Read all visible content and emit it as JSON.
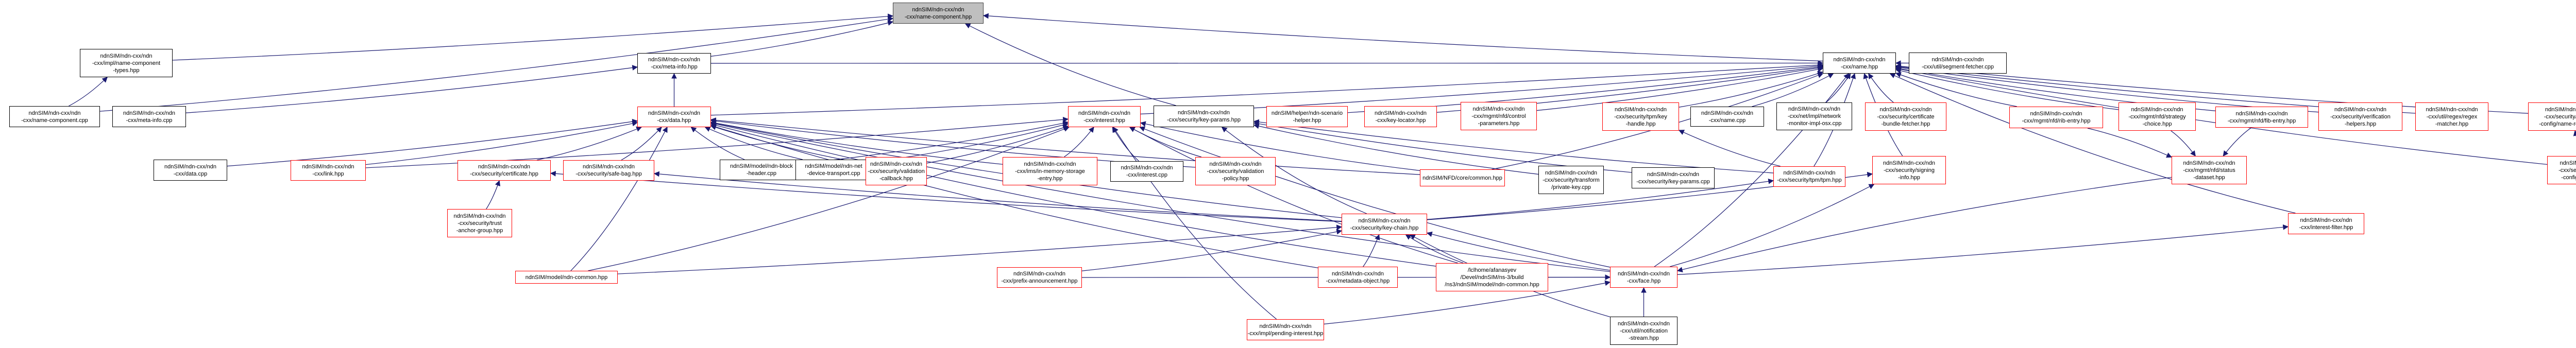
{
  "graph": {
    "title": "Include dependency graph (included by)",
    "edge_color": "#191970",
    "node_border_colors": {
      "documented": "#000000",
      "truncated": "#ff0000",
      "root_fill": "#bfbfbf"
    },
    "nodes": [
      {
        "id": "root",
        "lines": [
          "ndnSIM/ndn-cxx/ndn",
          "-cxx/name-component.hpp"
        ],
        "kind": "root"
      },
      {
        "id": "nct",
        "lines": [
          "ndnSIM/ndn-cxx/ndn",
          "-cxx/impl/name-component",
          "-types.hpp"
        ],
        "kind": "plain"
      },
      {
        "id": "metainfo_hpp",
        "lines": [
          "ndnSIM/ndn-cxx/ndn",
          "-cxx/meta-info.hpp"
        ],
        "kind": "plain"
      },
      {
        "id": "name_hpp",
        "lines": [
          "ndnSIM/ndn-cxx/ndn",
          "-cxx/name.hpp"
        ],
        "kind": "plain"
      },
      {
        "id": "segfetch",
        "lines": [
          "ndnSIM/ndn-cxx/ndn",
          "-cxx/util/segment-fetcher.cpp"
        ],
        "kind": "plain"
      },
      {
        "id": "nc_cpp",
        "lines": [
          "ndnSIM/ndn-cxx/ndn",
          "-cxx/name-component.cpp"
        ],
        "kind": "plain"
      },
      {
        "id": "metainfo_cpp",
        "lines": [
          "ndnSIM/ndn-cxx/ndn",
          "-cxx/meta-info.cpp"
        ],
        "kind": "plain"
      },
      {
        "id": "data_hpp",
        "lines": [
          "ndnSIM/ndn-cxx/ndn",
          "-cxx/data.hpp"
        ],
        "kind": "red"
      },
      {
        "id": "interest_hpp",
        "lines": [
          "ndnSIM/ndn-cxx/ndn",
          "-cxx/interest.hpp"
        ],
        "kind": "red"
      },
      {
        "id": "keyparams_hpp",
        "lines": [
          "ndnSIM/ndn-cxx/ndn",
          "-cxx/security/key-params.hpp"
        ],
        "kind": "plain"
      },
      {
        "id": "scenario",
        "lines": [
          "ndnSIM/helper/ndn-scenario",
          "-helper.hpp"
        ],
        "kind": "red"
      },
      {
        "id": "keylocator",
        "lines": [
          "ndnSIM/ndn-cxx/ndn",
          "-cxx/key-locator.hpp"
        ],
        "kind": "red"
      },
      {
        "id": "controlparams",
        "lines": [
          "ndnSIM/ndn-cxx/ndn",
          "-cxx/mgmt/nfd/control",
          "-parameters.hpp"
        ],
        "kind": "red"
      },
      {
        "id": "keyhandle",
        "lines": [
          "ndnSIM/ndn-cxx/ndn",
          "-cxx/security/tpm/key",
          "-handle.hpp"
        ],
        "kind": "red"
      },
      {
        "id": "name_cpp",
        "lines": [
          "ndnSIM/ndn-cxx/ndn",
          "-cxx/name.cpp"
        ],
        "kind": "plain"
      },
      {
        "id": "netmon",
        "lines": [
          "ndnSIM/ndn-cxx/ndn",
          "-cxx/net/impl/network",
          "-monitor-impl-osx.cpp"
        ],
        "kind": "plain"
      },
      {
        "id": "certbundle",
        "lines": [
          "ndnSIM/ndn-cxx/ndn",
          "-cxx/security/certificate",
          "-bundle-fetcher.hpp"
        ],
        "kind": "red"
      },
      {
        "id": "ribentry",
        "lines": [
          "ndnSIM/ndn-cxx/ndn",
          "-cxx/mgmt/nfd/rib-entry.hpp"
        ],
        "kind": "red"
      },
      {
        "id": "strategy",
        "lines": [
          "ndnSIM/ndn-cxx/ndn",
          "-cxx/mgmt/nfd/strategy",
          "-choice.hpp"
        ],
        "kind": "red"
      },
      {
        "id": "fibentry",
        "lines": [
          "ndnSIM/ndn-cxx/ndn",
          "-cxx/mgmt/nfd/fib-entry.hpp"
        ],
        "kind": "red"
      },
      {
        "id": "verifhelpers",
        "lines": [
          "ndnSIM/ndn-cxx/ndn",
          "-cxx/security/verification",
          "-helpers.hpp"
        ],
        "kind": "red"
      },
      {
        "id": "regex",
        "lines": [
          "ndnSIM/ndn-cxx/ndn",
          "-cxx/util/regex/regex",
          "-matcher.hpp"
        ],
        "kind": "red"
      },
      {
        "id": "namerel",
        "lines": [
          "ndnSIM/ndn-cxx/ndn",
          "-cxx/security/validator",
          "-config/name-relation.hpp"
        ],
        "kind": "red"
      },
      {
        "id": "checker",
        "lines": [
          "ndnSIM/ndn-cxx/ndn",
          "-cxx/security/validator",
          "-config/checker.hpp"
        ],
        "kind": "red"
      },
      {
        "id": "data_cpp",
        "lines": [
          "ndnSIM/ndn-cxx/ndn",
          "-cxx/data.cpp"
        ],
        "kind": "plain"
      },
      {
        "id": "link",
        "lines": [
          "ndnSIM/ndn-cxx/ndn",
          "-cxx/link.hpp"
        ],
        "kind": "red"
      },
      {
        "id": "certificate",
        "lines": [
          "ndnSIM/ndn-cxx/ndn",
          "-cxx/security/certificate.hpp"
        ],
        "kind": "red"
      },
      {
        "id": "safebag",
        "lines": [
          "ndnSIM/ndn-cxx/ndn",
          "-cxx/security/safe-bag.hpp"
        ],
        "kind": "red"
      },
      {
        "id": "blockheader",
        "lines": [
          "ndnSIM/model/ndn-block",
          "-header.cpp"
        ],
        "kind": "plain"
      },
      {
        "id": "netdevice",
        "lines": [
          "ndnSIM/model/ndn-net",
          "-device-transport.cpp"
        ],
        "kind": "plain"
      },
      {
        "id": "valcallback",
        "lines": [
          "ndnSIM/ndn-cxx/ndn",
          "-cxx/security/validation",
          "-callback.hpp"
        ],
        "kind": "red"
      },
      {
        "id": "imsentry",
        "lines": [
          "ndnSIM/ndn-cxx/ndn",
          "-cxx/ims/in-memory-storage",
          "-entry.hpp"
        ],
        "kind": "red"
      },
      {
        "id": "interest_cpp",
        "lines": [
          "ndnSIM/ndn-cxx/ndn",
          "-cxx/interest.cpp"
        ],
        "kind": "plain"
      },
      {
        "id": "valpolicy",
        "lines": [
          "ndnSIM/ndn-cxx/ndn",
          "-cxx/security/validation",
          "-policy.hpp"
        ],
        "kind": "red"
      },
      {
        "id": "nfdcommon",
        "lines": [
          "ndnSIM/NFD/core/common.hpp"
        ],
        "kind": "red"
      },
      {
        "id": "privkey",
        "lines": [
          "ndnSIM/ndn-cxx/ndn",
          "-cxx/security/transform",
          "/private-key.cpp"
        ],
        "kind": "plain"
      },
      {
        "id": "keyparams_cpp",
        "lines": [
          "ndnSIM/ndn-cxx/ndn",
          "-cxx/security/key-params.cpp"
        ],
        "kind": "plain"
      },
      {
        "id": "tpm",
        "lines": [
          "ndnSIM/ndn-cxx/ndn",
          "-cxx/security/tpm/tpm.hpp"
        ],
        "kind": "red"
      },
      {
        "id": "signinginfo",
        "lines": [
          "ndnSIM/ndn-cxx/ndn",
          "-cxx/security/signing",
          "-info.hpp"
        ],
        "kind": "red"
      },
      {
        "id": "statusdataset",
        "lines": [
          "ndnSIM/ndn-cxx/ndn",
          "-cxx/mgmt/nfd/status",
          "-dataset.hpp"
        ],
        "kind": "red"
      },
      {
        "id": "trustanchor",
        "lines": [
          "ndnSIM/ndn-cxx/ndn",
          "-cxx/security/trust",
          "-anchor-group.hpp"
        ],
        "kind": "red"
      },
      {
        "id": "keychain",
        "lines": [
          "ndnSIM/ndn-cxx/ndn",
          "-cxx/security/key-chain.hpp"
        ],
        "kind": "red"
      },
      {
        "id": "interestfilter",
        "lines": [
          "ndnSIM/ndn-cxx/ndn",
          "-cxx/interest-filter.hpp"
        ],
        "kind": "red"
      },
      {
        "id": "ndncommon",
        "lines": [
          "ndnSIM/model/ndn-common.hpp"
        ],
        "kind": "red"
      },
      {
        "id": "prefixann",
        "lines": [
          "ndnSIM/ndn-cxx/ndn",
          "-cxx/prefix-announcement.hpp"
        ],
        "kind": "red"
      },
      {
        "id": "metadataobj",
        "lines": [
          "ndnSIM/ndn-cxx/ndn",
          "-cxx/metadata-object.hpp"
        ],
        "kind": "red"
      },
      {
        "id": "buildcommon",
        "lines": [
          "/lclhome/afanasyev",
          "/Devel/ndnSIM/ns-3/build",
          "/ns3/ndnSIM/model/ndn-common.hpp"
        ],
        "kind": "red"
      },
      {
        "id": "face",
        "lines": [
          "ndnSIM/ndn-cxx/ndn",
          "-cxx/face.hpp"
        ],
        "kind": "red"
      },
      {
        "id": "pending",
        "lines": [
          "ndnSIM/ndn-cxx/ndn",
          "-cxx/impl/pending-interest.hpp"
        ],
        "kind": "red"
      },
      {
        "id": "notifstream",
        "lines": [
          "ndnSIM/ndn-cxx/ndn",
          "-cxx/util/notification",
          "-stream.hpp"
        ],
        "kind": "plain"
      }
    ],
    "edges": [
      [
        "nct",
        "root"
      ],
      [
        "nc_cpp",
        "root"
      ],
      [
        "nc_cpp",
        "nct"
      ],
      [
        "metainfo_hpp",
        "root"
      ],
      [
        "name_hpp",
        "root"
      ],
      [
        "keyparams_hpp",
        "root"
      ],
      [
        "metainfo_cpp",
        "metainfo_hpp"
      ],
      [
        "data_hpp",
        "metainfo_hpp"
      ],
      [
        "metainfo_hpp",
        "name_hpp"
      ],
      [
        "segfetch",
        "name_hpp"
      ],
      [
        "data_hpp",
        "name_hpp"
      ],
      [
        "interest_hpp",
        "name_hpp"
      ],
      [
        "scenario",
        "name_hpp"
      ],
      [
        "keylocator",
        "name_hpp"
      ],
      [
        "controlparams",
        "name_hpp"
      ],
      [
        "keyhandle",
        "name_hpp"
      ],
      [
        "name_cpp",
        "name_hpp"
      ],
      [
        "netmon",
        "name_hpp"
      ],
      [
        "certbundle",
        "name_hpp"
      ],
      [
        "ribentry",
        "name_hpp"
      ],
      [
        "strategy",
        "name_hpp"
      ],
      [
        "fibentry",
        "name_hpp"
      ],
      [
        "verifhelpers",
        "name_hpp"
      ],
      [
        "regex",
        "name_hpp"
      ],
      [
        "namerel",
        "name_hpp"
      ],
      [
        "checker",
        "name_hpp"
      ],
      [
        "checker",
        "namerel"
      ],
      [
        "interestfilter",
        "name_hpp"
      ],
      [
        "nfdcommon",
        "name_hpp"
      ],
      [
        "tpm",
        "name_hpp"
      ],
      [
        "signinginfo",
        "name_hpp"
      ],
      [
        "face",
        "name_hpp"
      ],
      [
        "keychain",
        "keyparams_hpp"
      ],
      [
        "tpm",
        "keyparams_hpp"
      ],
      [
        "keyparams_cpp",
        "keyparams_hpp"
      ],
      [
        "privkey",
        "keyparams_hpp"
      ],
      [
        "data_cpp",
        "data_hpp"
      ],
      [
        "link",
        "data_hpp"
      ],
      [
        "certificate",
        "data_hpp"
      ],
      [
        "safebag",
        "data_hpp"
      ],
      [
        "blockheader",
        "data_hpp"
      ],
      [
        "netdevice",
        "data_hpp"
      ],
      [
        "valcallback",
        "data_hpp"
      ],
      [
        "imsentry",
        "data_hpp"
      ],
      [
        "valpolicy",
        "data_hpp"
      ],
      [
        "nfdcommon",
        "data_hpp"
      ],
      [
        "keychain",
        "data_hpp"
      ],
      [
        "ndncommon",
        "data_hpp"
      ],
      [
        "buildcommon",
        "data_hpp"
      ],
      [
        "face",
        "data_hpp"
      ],
      [
        "metadataobj",
        "data_hpp"
      ],
      [
        "trustanchor",
        "certificate"
      ],
      [
        "keychain",
        "certificate"
      ],
      [
        "keychain",
        "safebag"
      ],
      [
        "valcallback",
        "interest_hpp"
      ],
      [
        "imsentry",
        "interest_hpp"
      ],
      [
        "interest_cpp",
        "interest_hpp"
      ],
      [
        "valpolicy",
        "interest_hpp"
      ],
      [
        "blockheader",
        "interest_hpp"
      ],
      [
        "netdevice",
        "interest_hpp"
      ],
      [
        "nfdcommon",
        "interest_hpp"
      ],
      [
        "face",
        "interest_hpp"
      ],
      [
        "ndncommon",
        "interest_hpp"
      ],
      [
        "buildcommon",
        "interest_hpp"
      ],
      [
        "pending",
        "interest_hpp"
      ],
      [
        "link",
        "interest_hpp"
      ],
      [
        "tpm",
        "keyhandle"
      ],
      [
        "keychain",
        "tpm"
      ],
      [
        "keychain",
        "signinginfo"
      ],
      [
        "face",
        "signinginfo"
      ],
      [
        "metadataobj",
        "keychain"
      ],
      [
        "buildcommon",
        "keychain"
      ],
      [
        "face",
        "keychain"
      ],
      [
        "ndncommon",
        "keychain"
      ],
      [
        "notifstream",
        "keychain"
      ],
      [
        "prefixann",
        "keychain"
      ],
      [
        "ribentry",
        "statusdataset"
      ],
      [
        "strategy",
        "statusdataset"
      ],
      [
        "fibentry",
        "statusdataset"
      ],
      [
        "statusdataset",
        "face"
      ],
      [
        "pending",
        "face"
      ],
      [
        "notifstream",
        "face"
      ],
      [
        "face",
        "interestfilter"
      ],
      [
        "prefixann",
        "face"
      ],
      [
        "buildcommon",
        "face"
      ]
    ]
  }
}
